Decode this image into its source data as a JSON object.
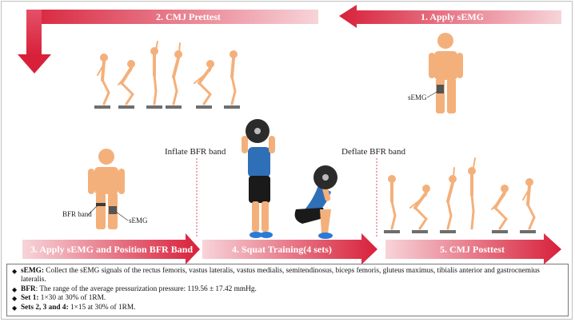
{
  "steps": {
    "s1": "1. Apply sEMG",
    "s2": "2. CMJ Prettest",
    "s3": "3. Apply sEMG and Position BFR Band",
    "s4": "4. Squat Training(4 sets)",
    "s5": "5. CMJ Posttest"
  },
  "labels": {
    "inflate": "Inflate BFR band",
    "deflate": "Deflate BFR band",
    "semg_top": "sEMG",
    "bfr_band": "BFR band",
    "semg_mid": "sEMG"
  },
  "notes": [
    {
      "term": "sEMG:",
      "text": " Collect the sEMG signals of the rectus femoris, vastus lateralis, vastus medialis, semitendinosus, biceps femoris, gluteus maximus, tibialis anterior and gastrocnemius lateralis."
    },
    {
      "term": "BFR",
      "text": ":  The range of the average pressurization pressure: 119.56 ± 17.42 mmHg."
    },
    {
      "term": "Set 1:",
      "text": " 1×30 at 30% of 1RM."
    },
    {
      "term": "Sets 2, 3 and 4:",
      "text": " 1×15 at 30% of 1RM."
    }
  ],
  "colors": {
    "arrow_dark": "#d8203a",
    "arrow_light": "#f7d4d9",
    "skin": "#f4b07b",
    "shirt": "#2f6fb7",
    "shorts": "#1a1a1a",
    "shoes": "#2a7bd6",
    "plate": "#2b2b2b",
    "force_plate": "#6e6e6e"
  },
  "icons": [
    "person-icon",
    "jumper-figure",
    "barbell-squatter",
    "force-plate"
  ]
}
